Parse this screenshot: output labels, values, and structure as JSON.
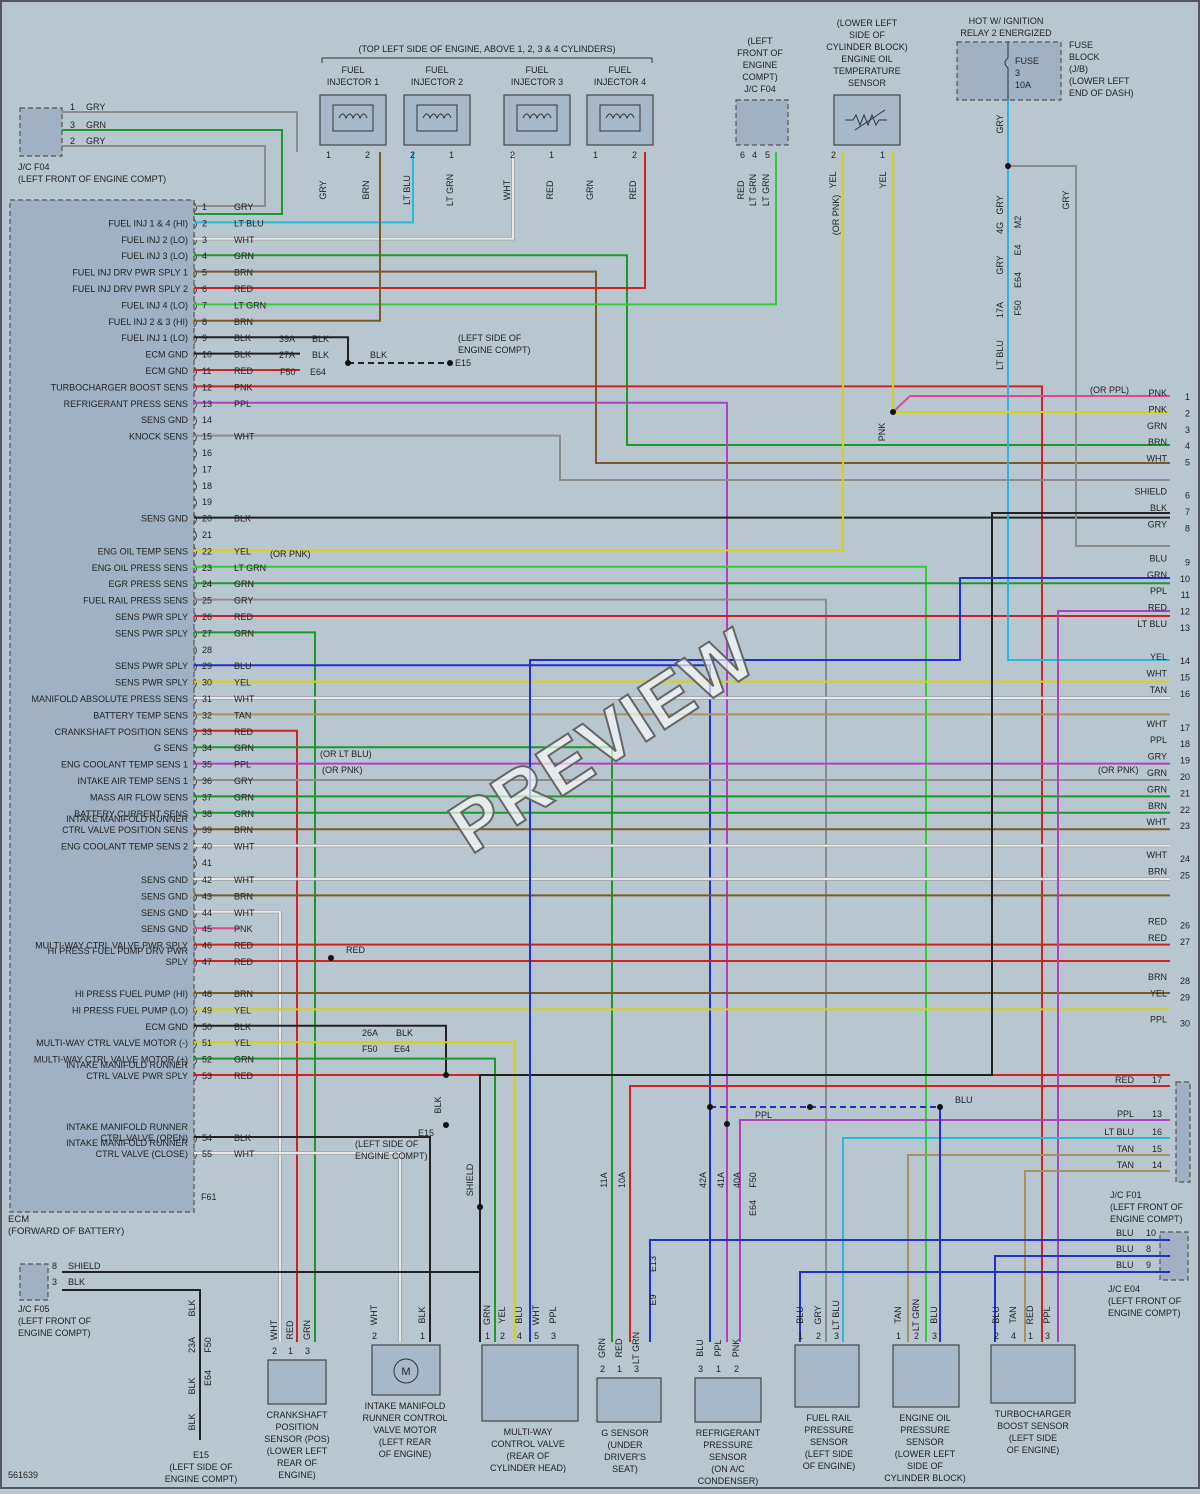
{
  "doc_id": "561639",
  "watermark": "PREVIEW",
  "top_notes": {
    "engine_top": "(TOP LEFT SIDE OF ENGINE, ABOVE 1, 2, 3 & 4 CYLINDERS)",
    "left_front_jc": [
      "(LEFT",
      "FRONT OF",
      "ENGINE",
      "COMPT)",
      "J/C F04"
    ],
    "oil_temp_loc": [
      "(LOWER LEFT",
      "SIDE OF",
      "CYLINDER BLOCK)",
      "ENGINE OIL",
      "TEMPERATURE",
      "SENSOR"
    ],
    "hot_relay": [
      "HOT W/ IGNITION",
      "RELAY 2 ENERGIZED"
    ],
    "fuse_block": [
      "FUSE",
      "BLOCK",
      "(J/B)",
      "(LOWER LEFT",
      "END OF DASH)"
    ],
    "fuse_label": "FUSE",
    "fuse_num": "3",
    "fuse_amp": "10A"
  },
  "injectors": [
    {
      "name": [
        "FUEL",
        "INJECTOR 1"
      ],
      "p1": "1",
      "p2": "2",
      "w1": "GRY",
      "w2": "BRN"
    },
    {
      "name": [
        "FUEL",
        "INJECTOR 2"
      ],
      "p1": "2",
      "p2": "1",
      "w1": "LT BLU",
      "w2": "LT GRN"
    },
    {
      "name": [
        "FUEL",
        "INJECTOR 3"
      ],
      "p1": "2",
      "p2": "1",
      "w1": "WHT",
      "w2": "RED"
    },
    {
      "name": [
        "FUEL",
        "INJECTOR 4"
      ],
      "p1": "1",
      "p2": "2",
      "w1": "GRN",
      "w2": "RED"
    }
  ],
  "jc_f04_top": {
    "pins": [
      "6",
      "4",
      "5"
    ],
    "wires": [
      "RED",
      "LT GRN",
      "LT GRN"
    ]
  },
  "oil_temp_pins": {
    "pins": [
      "2",
      "1"
    ],
    "wires": [
      "YEL",
      "YEL"
    ],
    "note": "(OR PNK)"
  },
  "jc_f04_left": {
    "pins": [
      "1",
      "3",
      "2"
    ],
    "wires": [
      "GRY",
      "GRN",
      "GRY"
    ],
    "label": [
      "J/C F04",
      "(LEFT FRONT OF ENGINE COMPT)"
    ]
  },
  "ecm_label": [
    "ECM",
    "(FORWARD OF BATTERY)"
  ],
  "ecm_pins": [
    {
      "n": "1",
      "f": "",
      "w": "GRY"
    },
    {
      "n": "2",
      "f": "FUEL INJ 1 & 4 (HI)",
      "w": "LT BLU"
    },
    {
      "n": "3",
      "f": "FUEL INJ 2 (LO)",
      "w": "WHT"
    },
    {
      "n": "4",
      "f": "FUEL INJ 3 (LO)",
      "w": "GRN"
    },
    {
      "n": "5",
      "f": "FUEL INJ DRV PWR SPLY 1",
      "w": "BRN"
    },
    {
      "n": "6",
      "f": "FUEL INJ DRV PWR SPLY 2",
      "w": "RED"
    },
    {
      "n": "7",
      "f": "FUEL INJ 4 (LO)",
      "w": "LT GRN"
    },
    {
      "n": "8",
      "f": "FUEL INJ 2 & 3 (HI)",
      "w": "BRN"
    },
    {
      "n": "9",
      "f": "FUEL INJ 1 (LO)",
      "w": "BLK"
    },
    {
      "n": "10",
      "f": "ECM GND",
      "w": "BLK"
    },
    {
      "n": "11",
      "f": "ECM GND",
      "w": "RED"
    },
    {
      "n": "12",
      "f": "TURBOCHARGER BOOST SENS",
      "w": "PNK"
    },
    {
      "n": "13",
      "f": "REFRIGERANT PRESS SENS",
      "w": "PPL"
    },
    {
      "n": "14",
      "f": "SENS GND",
      "w": ""
    },
    {
      "n": "15",
      "f": "KNOCK SENS",
      "w": "WHT"
    },
    {
      "n": "16",
      "f": "",
      "w": ""
    },
    {
      "n": "17",
      "f": "",
      "w": ""
    },
    {
      "n": "18",
      "f": "",
      "w": ""
    },
    {
      "n": "19",
      "f": "",
      "w": ""
    },
    {
      "n": "20",
      "f": "SENS GND",
      "w": "BLK"
    },
    {
      "n": "21",
      "f": "",
      "w": ""
    },
    {
      "n": "22",
      "f": "ENG OIL TEMP SENS",
      "w": "YEL"
    },
    {
      "n": "23",
      "f": "ENG OIL PRESS SENS",
      "w": "LT GRN"
    },
    {
      "n": "24",
      "f": "EGR PRESS SENS",
      "w": "GRN"
    },
    {
      "n": "25",
      "f": "FUEL RAIL PRESS SENS",
      "w": "GRY"
    },
    {
      "n": "26",
      "f": "SENS PWR SPLY",
      "w": "RED"
    },
    {
      "n": "27",
      "f": "SENS PWR SPLY",
      "w": "GRN"
    },
    {
      "n": "28",
      "f": "",
      "w": ""
    },
    {
      "n": "29",
      "f": "SENS PWR SPLY",
      "w": "BLU"
    },
    {
      "n": "30",
      "f": "SENS PWR SPLY",
      "w": "YEL"
    },
    {
      "n": "31",
      "f": "MANIFOLD ABSOLUTE PRESS SENS",
      "w": "WHT"
    },
    {
      "n": "32",
      "f": "BATTERY TEMP SENS",
      "w": "TAN"
    },
    {
      "n": "33",
      "f": "CRANKSHAFT POSITION SENS",
      "w": "RED"
    },
    {
      "n": "34",
      "f": "G SENS",
      "w": "GRN"
    },
    {
      "n": "35",
      "f": "ENG COOLANT TEMP SENS 1",
      "w": "PPL"
    },
    {
      "n": "36",
      "f": "INTAKE AIR TEMP SENS 1",
      "w": "GRY"
    },
    {
      "n": "37",
      "f": "MASS AIR FLOW SENS",
      "w": "GRN"
    },
    {
      "n": "38",
      "f": "BATTERY CURRENT SENS",
      "w": "GRN"
    },
    {
      "n": "39",
      "f": "INTAKE MANIFOLD RUNNER CTRL VALVE POSITION SENS",
      "w": "BRN"
    },
    {
      "n": "40",
      "f": "ENG COOLANT TEMP SENS 2",
      "w": "WHT"
    },
    {
      "n": "41",
      "f": "",
      "w": ""
    },
    {
      "n": "42",
      "f": "SENS GND",
      "w": "WHT"
    },
    {
      "n": "43",
      "f": "SENS GND",
      "w": "BRN"
    },
    {
      "n": "44",
      "f": "SENS GND",
      "w": "WHT"
    },
    {
      "n": "45",
      "f": "SENS GND",
      "w": "PNK"
    },
    {
      "n": "46",
      "f": "MULTI-WAY CTRL VALVE PWR SPLY",
      "w": "RED"
    },
    {
      "n": "47",
      "f": "HI PRESS FUEL PUMP DRV PWR SPLY",
      "w": "RED"
    },
    {
      "n": "48",
      "f": "HI PRESS FUEL PUMP (HI)",
      "w": "BRN"
    },
    {
      "n": "49",
      "f": "HI PRESS FUEL PUMP (LO)",
      "w": "YEL"
    },
    {
      "n": "50",
      "f": "ECM GND",
      "w": "BLK"
    },
    {
      "n": "51",
      "f": "MULTI-WAY CTRL VALVE MOTOR (-)",
      "w": "YEL"
    },
    {
      "n": "52",
      "f": "MULTI-WAY CTRL VALVE MOTOR (+)",
      "w": "GRN"
    },
    {
      "n": "53",
      "f": "INTAKE MANIFOLD RUNNER CTRL VALVE PWR SPLY",
      "w": "RED"
    },
    {
      "n": "54",
      "f": "INTAKE MANIFOLD RUNNER CTRL VALVE (OPEN)",
      "w": "BLK"
    },
    {
      "n": "55",
      "f": "INTAKE MANIFOLD RUNNER CTRL VALVE (CLOSE)",
      "w": "WHT"
    }
  ],
  "ecm_connector": "F61",
  "splices": {
    "s39a": "39A",
    "s27a": "27A",
    "s26a": "26A",
    "f50": "F50",
    "e64": "E64",
    "blk": "BLK",
    "e15": "E15",
    "e15_note": [
      "(LEFT SIDE OF",
      "ENGINE COMPT)"
    ],
    "red_join": "RED",
    "or_ppl": "(OR PPL)",
    "or_pnk": "(OR PNK)",
    "or_lt_blu": "(OR LT BLU)",
    "pnk": "PNK"
  },
  "right_connector": [
    {
      "n": "1",
      "w": "PNK"
    },
    {
      "n": "2",
      "w": "PNK"
    },
    {
      "n": "3",
      "w": "GRN"
    },
    {
      "n": "4",
      "w": "BRN"
    },
    {
      "n": "5",
      "w": "WHT"
    },
    {
      "n": "6",
      "w": "SHIELD"
    },
    {
      "n": "7",
      "w": "BLK"
    },
    {
      "n": "8",
      "w": "GRY"
    },
    {
      "n": "9",
      "w": "BLU"
    },
    {
      "n": "10",
      "w": "GRN"
    },
    {
      "n": "11",
      "w": "PPL"
    },
    {
      "n": "12",
      "w": "RED"
    },
    {
      "n": "13",
      "w": "LT BLU"
    },
    {
      "n": "14",
      "w": "YEL"
    },
    {
      "n": "15",
      "w": "WHT"
    },
    {
      "n": "16",
      "w": "TAN"
    },
    {
      "n": "17",
      "w": "WHT"
    },
    {
      "n": "18",
      "w": "PPL"
    },
    {
      "n": "19",
      "w": "GRY"
    },
    {
      "n": "20",
      "w": "GRN"
    },
    {
      "n": "21",
      "w": "GRN"
    },
    {
      "n": "22",
      "w": "BRN"
    },
    {
      "n": "23",
      "w": "WHT"
    },
    {
      "n": "24",
      "w": "WHT"
    },
    {
      "n": "25",
      "w": "BRN"
    },
    {
      "n": "26",
      "w": "RED"
    },
    {
      "n": "27",
      "w": "RED"
    },
    {
      "n": "28",
      "w": "BRN"
    },
    {
      "n": "29",
      "w": "YEL"
    },
    {
      "n": "30",
      "w": "PPL"
    }
  ],
  "fuse_wire": {
    "w1": "GRY",
    "s4g": "4G",
    "w2": "GRY",
    "m2": "M2",
    "e4": "E4",
    "w3": "GRY",
    "s17a": "17A",
    "f50": "F50",
    "e64": "E64",
    "w4": "LT BLU",
    "gry_right": "GRY"
  },
  "jc_f01": {
    "label": [
      "J/C F01",
      "(LEFT FRONT OF",
      "ENGINE COMPT)"
    ],
    "rows": [
      {
        "w": "RED",
        "n": "17"
      },
      {
        "w": "PPL",
        "n": "13"
      },
      {
        "w": "LT BLU",
        "n": "16"
      },
      {
        "w": "TAN",
        "n": "15"
      },
      {
        "w": "TAN",
        "n": "14"
      }
    ]
  },
  "jc_e04": {
    "label": [
      "J/C E04",
      "(LEFT FRONT OF",
      "ENGINE COMPT)"
    ],
    "rows": [
      {
        "w": "BLU",
        "n": "10"
      },
      {
        "w": "BLU",
        "n": "8"
      },
      {
        "w": "BLU",
        "n": "9"
      }
    ]
  },
  "jc_f05": {
    "label": [
      "J/C F05",
      "(LEFT FRONT OF",
      "ENGINE COMPT)"
    ],
    "p8": "8",
    "w8": "SHIELD",
    "p3": "3",
    "w3": "BLK"
  },
  "bottom_splices": {
    "s11a": "11A",
    "s10a": "10A",
    "s42a": "42A",
    "s41a": "41A",
    "s40a": "40A",
    "s23a": "23A",
    "e13": "E13",
    "e9": "E9",
    "blu": "BLU",
    "ppl": "PPL",
    "shield": "SHIELD"
  },
  "components": [
    {
      "id": "ckp",
      "label": [
        "CRANKSHAFT",
        "POSITION",
        "SENSOR (POS)",
        "(LOWER LEFT",
        "REAR OF",
        "ENGINE)"
      ],
      "pins": [
        "2",
        "1",
        "3"
      ],
      "wires": [
        "WHT",
        "RED",
        "GRN"
      ]
    },
    {
      "id": "imrc",
      "label": [
        "INTAKE MANIFOLD",
        "RUNNER CONTROL",
        "VALVE MOTOR",
        "(LEFT REAR",
        "OF ENGINE)"
      ],
      "pins": [
        "2",
        "1"
      ],
      "wires": [
        "WHT",
        "BLK"
      ],
      "motor": "M"
    },
    {
      "id": "mwcv",
      "label": [
        "MULTI-WAY",
        "CONTROL VALVE",
        "(REAR OF",
        "CYLINDER HEAD)"
      ],
      "pins": [
        "1",
        "2",
        "4",
        "5",
        "3"
      ],
      "wires": [
        "GRN",
        "YEL",
        "BLU",
        "WHT",
        "PPL"
      ]
    },
    {
      "id": "gsens",
      "label": [
        "G SENSOR",
        "(UNDER",
        "DRIVER'S",
        "SEAT)"
      ],
      "pins": [
        "2",
        "1",
        "3"
      ],
      "wires": [
        "GRN",
        "RED",
        "LT GRN"
      ]
    },
    {
      "id": "refrig",
      "label": [
        "REFRIGERANT",
        "PRESSURE",
        "SENSOR",
        "(ON A/C",
        "CONDENSER)"
      ],
      "pins": [
        "3",
        "1",
        "2"
      ],
      "wires": [
        "BLU",
        "PPL",
        "PNK"
      ]
    },
    {
      "id": "frp",
      "label": [
        "FUEL RAIL",
        "PRESSURE",
        "SENSOR",
        "(LEFT SIDE",
        "OF ENGINE)"
      ],
      "pins": [
        "1",
        "2",
        "3"
      ],
      "wires": [
        "BLU",
        "GRY",
        "LT BLU"
      ]
    },
    {
      "id": "eop",
      "label": [
        "ENGINE OIL",
        "PRESSURE",
        "SENSOR",
        "(LOWER LEFT",
        "SIDE OF",
        "CYLINDER BLOCK)"
      ],
      "pins": [
        "1",
        "2",
        "3"
      ],
      "wires": [
        "TAN",
        "LT GRN",
        "BLU"
      ]
    },
    {
      "id": "turbo",
      "label": [
        "TURBOCHARGER",
        "BOOST SENSOR",
        "(LEFT SIDE",
        "OF ENGINE)"
      ],
      "pins": [
        "2",
        "4",
        "1",
        "3"
      ],
      "wires": [
        "BLU",
        "TAN",
        "RED",
        "PPL"
      ]
    }
  ],
  "colors": {
    "GRY": "#8c8c8c",
    "GRN": "#1a9a2a",
    "LT GRN": "#33cc33",
    "LT BLU": "#2ab8d8",
    "WHT": "#e9e9e9",
    "BRN": "#7a5a2a",
    "RED": "#d42020",
    "BLK": "#222222",
    "PNK": "#e04890",
    "PPL": "#b040c0",
    "YEL": "#d8d010",
    "TAN": "#a89060",
    "BLU": "#2030d0"
  }
}
